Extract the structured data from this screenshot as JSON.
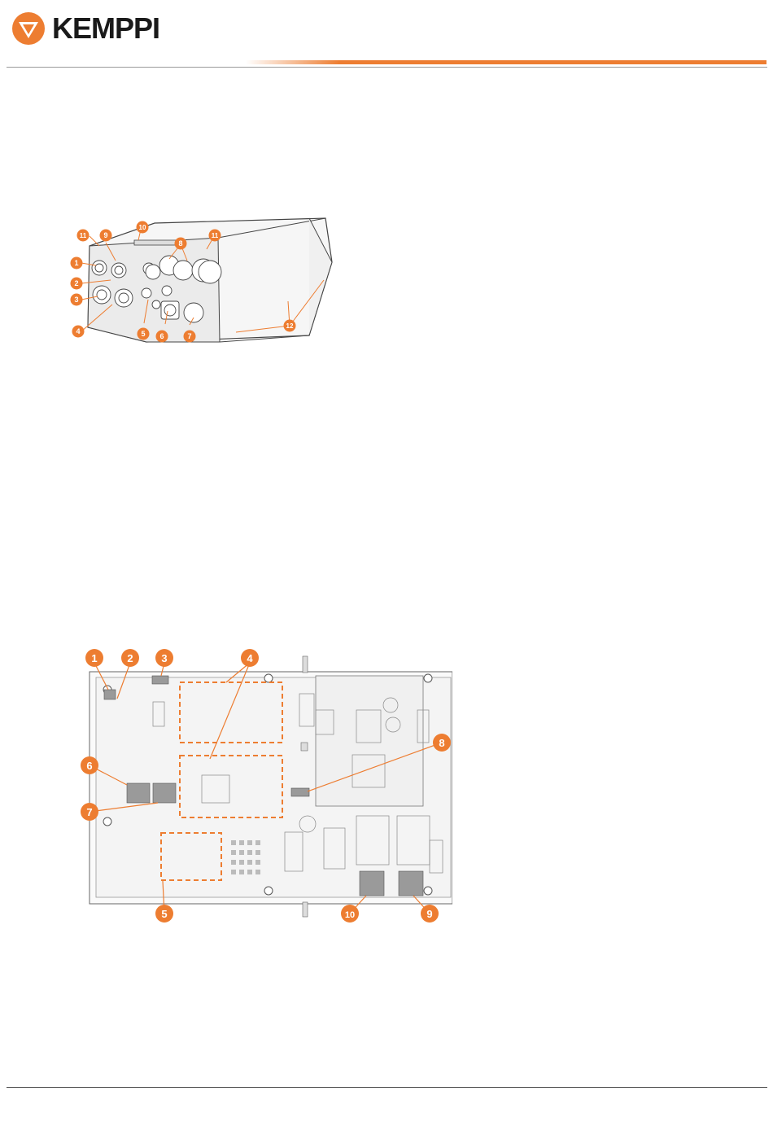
{
  "brand": {
    "name": "KEMPPI",
    "accent": "#ed7d31",
    "dark": "#1a1a1a"
  },
  "figure1": {
    "callouts": [
      "1",
      "2",
      "3",
      "4",
      "5",
      "6",
      "7",
      "8",
      "9",
      "10",
      "11",
      "11",
      "12"
    ]
  },
  "figure2": {
    "callouts": [
      "1",
      "2",
      "3",
      "4",
      "5",
      "6",
      "7",
      "8",
      "9",
      "10"
    ]
  }
}
